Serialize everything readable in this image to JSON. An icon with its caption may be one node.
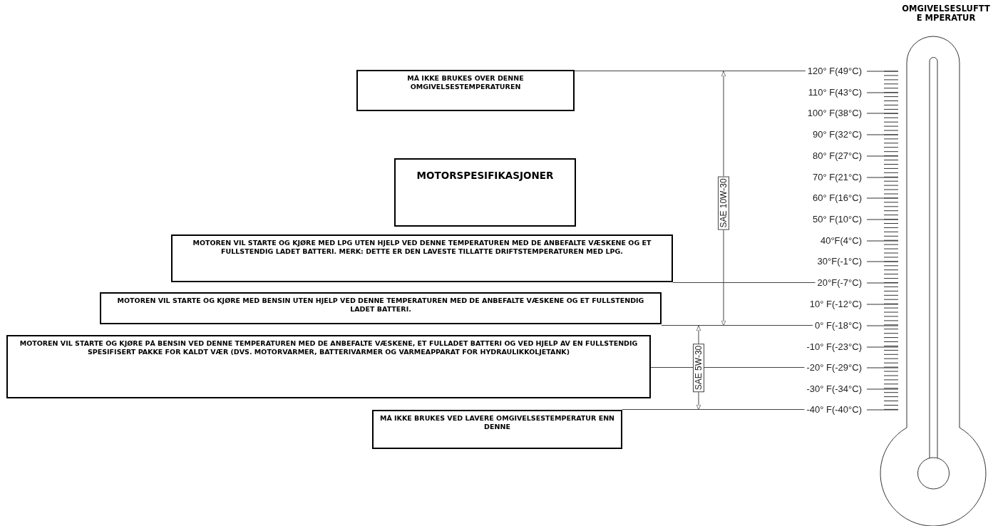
{
  "diagram": {
    "nodes": [
      {
        "text": [
          "MÅ IKKE BRUKES OVER DENNE OMGIVELSESTEMPERATUREN"
        ]
      },
      {
        "text": [
          "MOTORSPESIFIKASJONER"
        ]
      },
      {
        "text": [
          "MOTOREN VIL STARTE OG KJØRE MED LPG UTEN HJELP VED DENNE TEMPERATUREN MED DE ANBEFALTE VÆSKENE OG ET FULLSTENDIG LADET BATTERI. MERK: DETTE ER DEN LAVESTE TILLATTE DRIFTSTEMPERATUREN MED LPG."
        ]
      },
      {
        "text": [
          "MOTOREN VIL STARTE OG KJØRE MED BENSIN UTEN HJELP VED DENNE TEMPERATUREN MED DE ANBEFALTE VÆSKENE OG ET FULLSTENDIG LADET BATTERI."
        ]
      },
      {
        "text": [
          "MOTOREN VIL STARTE OG KJØRE PÅ BENSIN VED DENNE TEMPERATUREN MED DE ANBEFALTE VÆSKENE, ET FULLADET BATTERI OG VED HJELP AV EN FULLSTENDIG SPESIFISERT PAKKE FOR KALDT VÆR (DVS. MOTORVARMER, BATTERIVARMER OG VARMEAPPARAT FOR HYDRAULIKKOLJETANK)"
        ]
      },
      {
        "text": [
          "MÅ IKKE BRUKES VED LAVERE OMGIVELSESTEMPERATUR ENN DENNE"
        ]
      },
      {
        "text": [
          "120° F(49°C)"
        ]
      },
      {
        "text": [
          "110° F(43°C)"
        ]
      },
      {
        "text": [
          "100° F(38°C)"
        ]
      },
      {
        "text": [
          "90° F(32°C)"
        ]
      },
      {
        "text": [
          "80° F(27°C)"
        ]
      },
      {
        "text": [
          "70° F(21°C)"
        ]
      },
      {
        "text": [
          "60° F(16°C)"
        ]
      },
      {
        "text": [
          "50° F(10°C)"
        ]
      },
      {
        "text": [
          "40°F(4°C)"
        ]
      },
      {
        "text": [
          "30°F(-1°C)"
        ]
      },
      {
        "text": [
          "20°F(-7°C)"
        ]
      },
      {
        "text": [
          "10° F(-12°C)"
        ]
      },
      {
        "text": [
          "0° F(-18°C)"
        ]
      },
      {
        "text": [
          "-10° F(-23°C)"
        ]
      },
      {
        "text": [
          "-20° F(-29°C)"
        ]
      },
      {
        "text": [
          "-30° F(-34°C)"
        ]
      },
      {
        "text": [
          "-40° F(-40°C)"
        ]
      }
    ],
    "edges": [
      {
        "from": 0,
        "to": 6,
        "arrow": "none"
      },
      {
        "from": 2,
        "to": 16,
        "arrow": "none"
      },
      {
        "from": 3,
        "to": 18,
        "arrow": "none"
      },
      {
        "from": 4,
        "to": 20,
        "arrow": "none"
      },
      {
        "from": 5,
        "to": 22,
        "arrow": "none"
      }
    ],
    "labels": [
      "OMGIVELSESLUFTTE MPERATUR",
      "SAE 10W-30",
      "SAE 5W-30"
    ]
  }
}
